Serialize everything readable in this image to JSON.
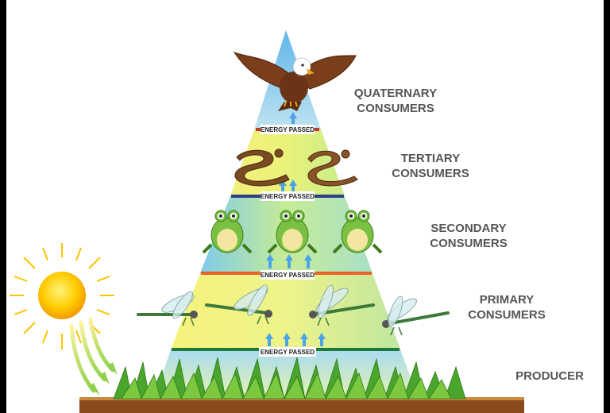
{
  "levels": [
    {
      "id": "quaternary",
      "line1": "QUATERNARY",
      "line2": "CONSUMERS",
      "organism": "eagle",
      "count": 1
    },
    {
      "id": "tertiary",
      "line1": "TERTIARY",
      "line2": "CONSUMERS",
      "organism": "snake",
      "count": 2
    },
    {
      "id": "secondary",
      "line1": "SECONDARY",
      "line2": "CONSUMERS",
      "organism": "frog",
      "count": 3
    },
    {
      "id": "primary",
      "line1": "PRIMARY",
      "line2": "CONSUMERS",
      "organism": "dragonfly",
      "count": 4
    },
    {
      "id": "producer",
      "line1": "PRODUCER",
      "line2": "",
      "organism": "grass",
      "count": 1
    }
  ],
  "energy_label": "ENERGY PASSED",
  "colors": {
    "label_text": "#555555",
    "divider_quaternary": "#c0392b",
    "divider_tertiary": "#2c3e8c",
    "divider_secondary": "#e8622a",
    "divider_primary": "#1e7a3a",
    "arrow": "#4da3e8",
    "sun": "#ffc400",
    "soil": "#8b4a1e"
  },
  "icons": [
    "sun-icon",
    "eagle-icon",
    "snake-icon",
    "frog-icon",
    "dragonfly-icon",
    "grass-icon",
    "up-arrow-icon"
  ]
}
